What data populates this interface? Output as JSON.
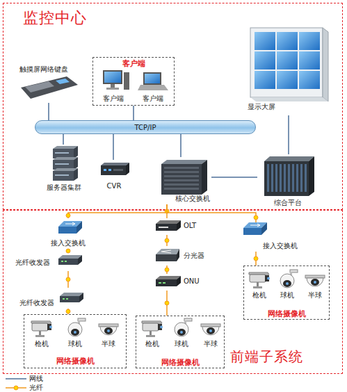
{
  "diagram": {
    "nodes": [
      {
        "text": [
          "监控中心"
        ]
      },
      {
        "text": [
          "客户端"
        ],
        "in": 0
      },
      {
        "text": [
          "客户端"
        ],
        "in": 1
      },
      {
        "text": [
          "客户端"
        ],
        "in": 1
      },
      {
        "text": [
          "触摸屏网络键盘"
        ],
        "in": 0
      },
      {
        "text": [
          "显示大屏"
        ],
        "in": 0
      },
      {
        "text": [
          "TCP/IP"
        ],
        "in": 0
      },
      {
        "text": [
          "服务器集群"
        ],
        "in": 0
      },
      {
        "text": [
          "CVR"
        ],
        "in": 0
      },
      {
        "text": [
          "核心交换机"
        ],
        "in": 0
      },
      {
        "text": [
          "综合平台"
        ],
        "in": 0
      },
      {
        "text": [
          "前端子系统"
        ]
      },
      {
        "text": [
          "接入交换机"
        ],
        "in": 11
      },
      {
        "text": [
          "光纤收发器"
        ],
        "in": 11
      },
      {
        "text": [
          "光纤收发器"
        ],
        "in": 11
      },
      {
        "text": [
          "网络摄像机"
        ],
        "in": 11
      },
      {
        "text": [
          "枪机"
        ],
        "in": 15
      },
      {
        "text": [
          "球机"
        ],
        "in": 15
      },
      {
        "text": [
          "半球"
        ],
        "in": 15
      },
      {
        "text": [
          "OLT"
        ],
        "in": 11
      },
      {
        "text": [
          "分光器"
        ],
        "in": 11
      },
      {
        "text": [
          "ONU"
        ],
        "in": 11
      },
      {
        "text": [
          "网络摄像机"
        ],
        "in": 11
      },
      {
        "text": [
          "枪机"
        ],
        "in": 22
      },
      {
        "text": [
          "球机"
        ],
        "in": 22
      },
      {
        "text": [
          "半球"
        ],
        "in": 22
      },
      {
        "text": [
          "接入交换机"
        ],
        "in": 11
      },
      {
        "text": [
          "网络摄像机"
        ],
        "in": 11
      },
      {
        "text": [
          "枪机"
        ],
        "in": 27
      },
      {
        "text": [
          "球机"
        ],
        "in": 27
      },
      {
        "text": [
          "半球"
        ],
        "in": 27
      }
    ],
    "edges": [
      {
        "from": 4,
        "to": 6,
        "arrow": "none"
      },
      {
        "from": 1,
        "to": 6,
        "arrow": "none"
      },
      {
        "from": 7,
        "to": 6,
        "arrow": "none"
      },
      {
        "from": 8,
        "to": 6,
        "arrow": "none"
      },
      {
        "from": 9,
        "to": 6,
        "arrow": "none"
      },
      {
        "from": 5,
        "to": 10,
        "arrow": "none"
      },
      {
        "from": 9,
        "to": 10,
        "arrow": "none"
      },
      {
        "from": 9,
        "to": 12,
        "arrow": "none"
      },
      {
        "from": 9,
        "to": 19,
        "arrow": "none"
      },
      {
        "from": 9,
        "to": 26,
        "arrow": "none"
      },
      {
        "from": 12,
        "to": 13,
        "arrow": "none"
      },
      {
        "from": 13,
        "to": 14,
        "arrow": "none"
      },
      {
        "from": 14,
        "to": 15,
        "arrow": "none"
      },
      {
        "from": 19,
        "to": 20,
        "arrow": "none"
      },
      {
        "from": 20,
        "to": 21,
        "arrow": "none"
      },
      {
        "from": 21,
        "to": 22,
        "arrow": "none"
      },
      {
        "from": 26,
        "to": 27,
        "arrow": "none"
      }
    ],
    "legend": [
      {
        "text": "网线"
      },
      {
        "text": "光纤"
      }
    ]
  }
}
